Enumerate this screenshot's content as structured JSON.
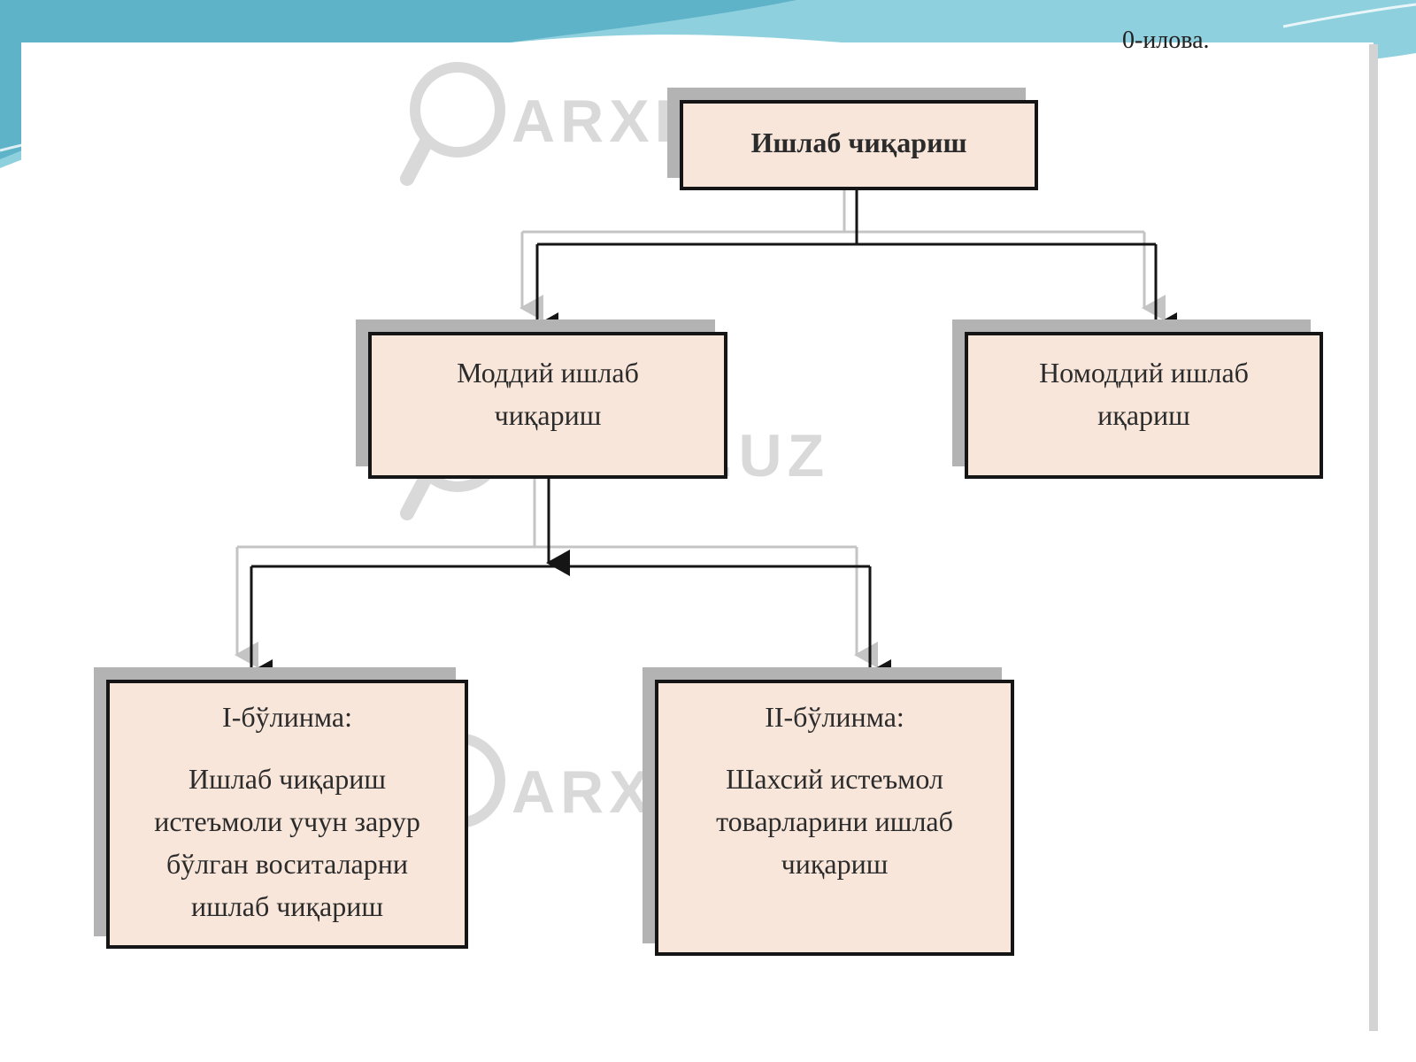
{
  "corner_text": "0-илова.",
  "watermark_text": "ARXIV.UZ",
  "colors": {
    "node_fill": "#f8e6da",
    "node_border": "#151515",
    "node_shadow": "#b3b3b3",
    "header_teal": "#5fb3c8"
  },
  "diagram": {
    "root": {
      "label": "Ишлаб чиқариш"
    },
    "material": {
      "lines": [
        "Моддий ишлаб",
        "чиқариш"
      ]
    },
    "nonmaterial": {
      "lines": [
        "Номоддий ишлаб",
        "иқариш"
      ]
    },
    "division1": {
      "title": "I-бўлинма:",
      "lines": [
        "Ишлаб чиқариш",
        "истеъмоли учун зарур",
        "бўлган воситаларни",
        "ишлаб чиқариш"
      ]
    },
    "division2": {
      "title": "II-бўлинма:",
      "lines": [
        "Шахсий истеъмол",
        "товарларини ишлаб",
        "чиқариш"
      ]
    }
  }
}
